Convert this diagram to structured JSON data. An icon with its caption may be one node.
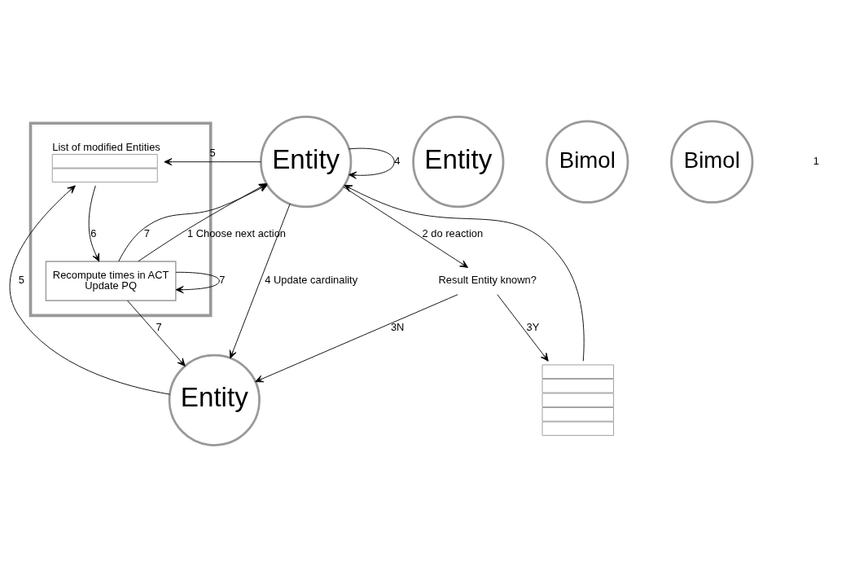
{
  "diagram": {
    "nodes": [
      {
        "text": [
          "Entity"
        ]
      },
      {
        "text": [],
        "shape": "box"
      },
      {
        "text": [
          "Entity"
        ]
      },
      {
        "text": [
          "Entity"
        ]
      },
      {
        "text": [
          "Bimol"
        ]
      },
      {
        "text": [
          "Bimol"
        ]
      },
      {
        "text": [],
        "shape": "box"
      },
      {
        "text": [
          "List of modified Entities"
        ],
        "in": 6
      },
      {
        "text": [
          "Recompute times in ACT",
          "Update PQ"
        ],
        "in": 6
      },
      {
        "text": [
          "Result Entity known?"
        ]
      }
    ],
    "edges": [
      {
        "from": 2,
        "to": 9,
        "arrow": "to",
        "label": "2 do reaction"
      },
      {
        "from": 9,
        "to": 0,
        "arrow": "to",
        "label": "3N"
      },
      {
        "from": 9,
        "to": 1,
        "arrow": "to",
        "label": "3Y"
      },
      {
        "from": 1,
        "to": 2,
        "arrow": "to"
      },
      {
        "from": 2,
        "to": 0,
        "arrow": "to",
        "label": "4 Update cardinality"
      },
      {
        "from": 2,
        "to": 2,
        "arrow": "to",
        "label": "4"
      },
      {
        "from": 2,
        "to": 7,
        "arrow": "to",
        "label": "5"
      },
      {
        "from": 0,
        "to": 7,
        "arrow": "to",
        "label": "5"
      },
      {
        "from": 8,
        "to": 0,
        "arrow": "to",
        "label": "7"
      },
      {
        "from": 8,
        "to": 2,
        "arrow": "to",
        "label": "7"
      },
      {
        "from": 8,
        "to": 2,
        "arrow": "to",
        "label": "1 Choose next action"
      },
      {
        "from": 7,
        "to": 8,
        "arrow": "to",
        "label": "6"
      },
      {
        "from": 8,
        "to": 8,
        "arrow": "to",
        "label": "7"
      }
    ],
    "labels": [
      "1"
    ]
  }
}
